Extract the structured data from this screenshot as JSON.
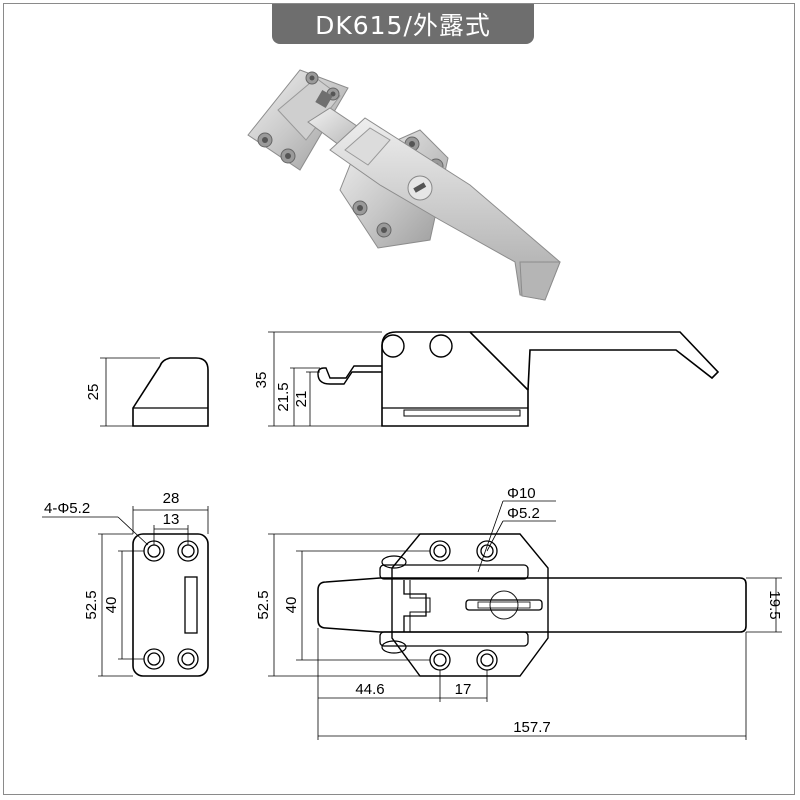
{
  "title": "DK615/外露式",
  "colors": {
    "title_bg": "#6e6e6e",
    "metal_light": "#d9d9d9",
    "metal_dark": "#8c8c8c",
    "line": "#000000"
  },
  "side_view": {
    "keeper_height": "25",
    "latch_height": "35",
    "hook_height_a": "21.5",
    "hook_height_b": "21"
  },
  "keeper_plan": {
    "holes": "4-Φ5.2",
    "width": "28",
    "hole_spacing": "13",
    "height": "52.5",
    "hole_pitch": "40"
  },
  "latch_plan": {
    "pin_diameter": "Φ10",
    "hole_diameter": "Φ5.2",
    "height": "52.5",
    "hole_pitch": "40",
    "handle_width": "19.5",
    "offset": "44.6",
    "hole_spacing": "17",
    "length": "157.7"
  }
}
